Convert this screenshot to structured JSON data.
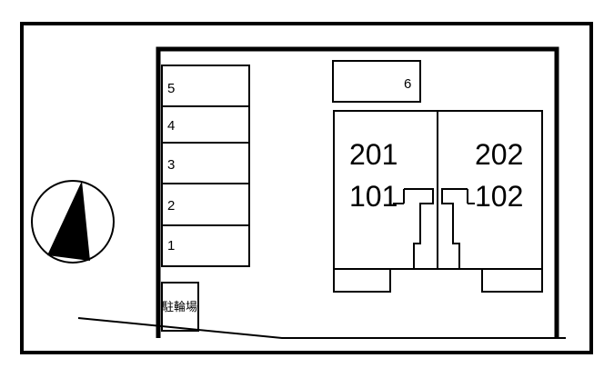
{
  "site_plan": {
    "parking_spaces": [
      {
        "label": "5"
      },
      {
        "label": "4"
      },
      {
        "label": "3"
      },
      {
        "label": "2"
      },
      {
        "label": "1"
      }
    ],
    "extra_parking": {
      "label": "6"
    },
    "units": {
      "left_upper": "201",
      "left_lower": "101",
      "right_upper": "202",
      "right_lower": "102"
    },
    "bicycle_parking": {
      "label": "駐輪場"
    },
    "colors": {
      "line": "#000000",
      "background": "#ffffff",
      "compass_fill": "#000000"
    }
  }
}
